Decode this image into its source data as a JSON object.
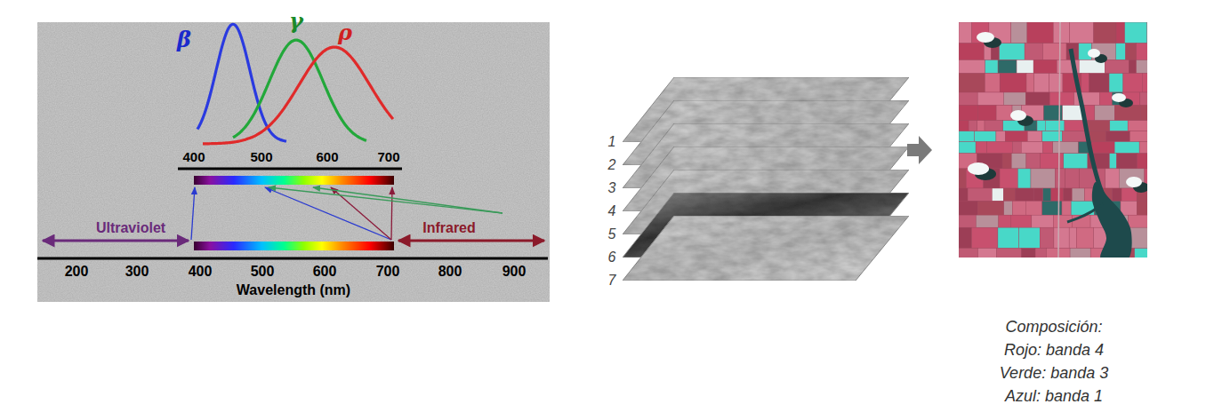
{
  "diagram": {
    "labels": [
      "β",
      "γ",
      "ρ",
      "400",
      "500",
      "600",
      "700",
      "Ultraviolet",
      "Infrared",
      "200",
      "300",
      "400",
      "500",
      "600",
      "700",
      "800",
      "900",
      "Wavelength (nm)",
      "1",
      "2",
      "3",
      "4",
      "5",
      "6",
      "7",
      "Composición:",
      "Rojo: banda 4",
      "Verde: banda 3",
      "Azul: banda 1"
    ]
  }
}
